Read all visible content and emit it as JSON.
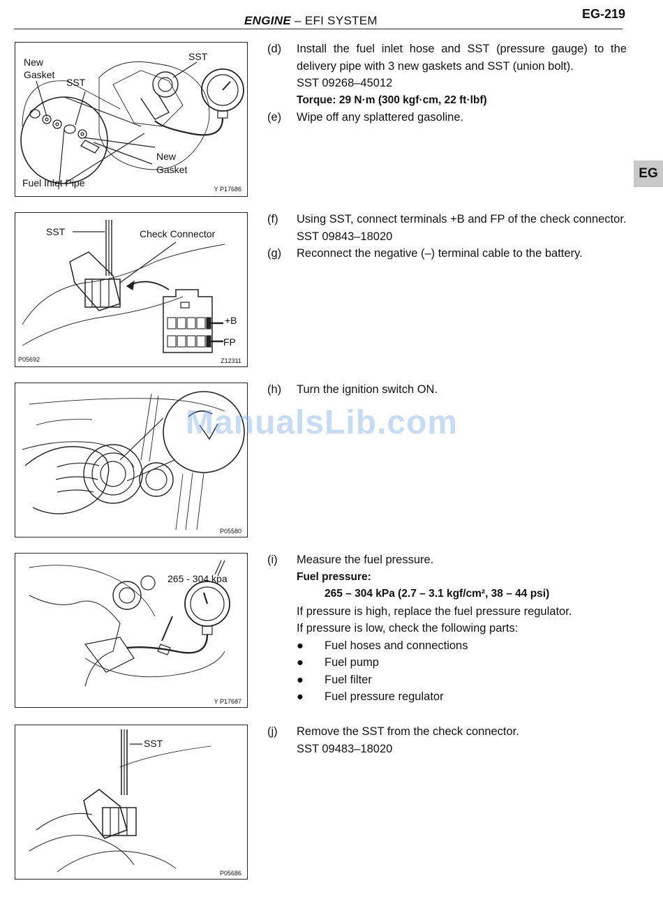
{
  "header": {
    "section": "ENGINE",
    "separator": "–",
    "system": "EFI SYSTEM",
    "page_number": "EG-219",
    "tab": "EG"
  },
  "figures": {
    "fig1": {
      "labels": [
        "New",
        "Gasket",
        "SST",
        "SST",
        "New",
        "Gasket",
        "Fuel Inlet Pipe"
      ],
      "code": "Y  P17686"
    },
    "fig2": {
      "labels": [
        "SST",
        "Check Connector",
        "+B",
        "FP"
      ],
      "code_left": "P05692",
      "code_right": "Z12311"
    },
    "fig3": {
      "code": "P05580"
    },
    "fig4": {
      "labels": [
        "265 - 304 kpa"
      ],
      "code": "Y  P17687"
    },
    "fig5": {
      "labels": [
        "SST"
      ],
      "code": "P05686"
    }
  },
  "steps": {
    "d": {
      "key": "(d)",
      "text": "Install the fuel inlet hose and SST (pressure gauge) to the delivery pipe with 3 new gaskets and SST (union bolt).",
      "sst": "SST 09268–45012",
      "torque": "Torque: 29 N·m (300 kgf·cm, 22 ft·lbf)"
    },
    "e": {
      "key": "(e)",
      "text": "Wipe off any splattered gasoline."
    },
    "f": {
      "key": "(f)",
      "text": "Using SST, connect terminals +B and FP of the check connector.",
      "sst": "SST 09843–18020"
    },
    "g": {
      "key": "(g)",
      "text": "Reconnect the negative (–) terminal cable to the battery."
    },
    "h": {
      "key": "(h)",
      "text": "Turn the ignition switch ON."
    },
    "i": {
      "key": "(i)",
      "text": "Measure the fuel pressure.",
      "spec_label": "Fuel pressure:",
      "spec_value": "265 – 304 kPa (2.7 – 3.1 kgf/cm², 38 – 44 psi)",
      "high": "If pressure is high, replace the fuel pressure regulator.",
      "low": "If pressure is low, check the following parts:",
      "bullet": "●",
      "parts": [
        "Fuel hoses and connections",
        "Fuel pump",
        "Fuel filter",
        "Fuel pressure regulator"
      ]
    },
    "j": {
      "key": "(j)",
      "text": "Remove the SST from the check connector.",
      "sst": "SST 09483–18020"
    }
  },
  "watermark": "ManualsLib.com"
}
